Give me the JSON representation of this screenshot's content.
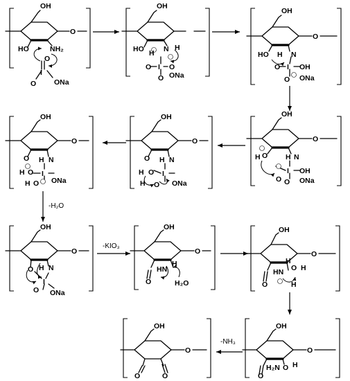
{
  "conditions": {
    "c1": "-H₂O",
    "c2": "-KIO₃",
    "c3": "-NH₃"
  },
  "structures": [
    {
      "id": "s1",
      "labels": [
        "OH",
        "HO",
        "NH₂",
        "O",
        "I",
        "O",
        "O",
        "ONa"
      ]
    },
    {
      "id": "s2",
      "labels": [
        "OH",
        "HO",
        "H",
        "N",
        "H",
        "I",
        "O",
        "O",
        "O",
        "ONa"
      ]
    },
    {
      "id": "s3",
      "labels": [
        "OH",
        "HO",
        "H",
        "N",
        "I",
        "OH",
        "O",
        "O",
        "ONa"
      ]
    },
    {
      "id": "s4",
      "labels": [
        "OH",
        "O",
        "H",
        "H",
        "N",
        "I",
        "OH",
        "O",
        "O",
        "ONa"
      ]
    },
    {
      "id": "s5",
      "labels": [
        "OH",
        "O",
        "H",
        "N",
        "I",
        "H",
        "O",
        "H",
        "O",
        "ONa"
      ]
    },
    {
      "id": "s6",
      "labels": [
        "OH",
        "O",
        "H",
        "N",
        "I",
        "H",
        "O",
        "H",
        "O",
        "ONa"
      ]
    },
    {
      "id": "s7",
      "labels": [
        "OH",
        "O",
        "H",
        "N",
        "I",
        "O",
        "ONa"
      ]
    },
    {
      "id": "s8",
      "labels": [
        "OH",
        "O",
        "HN",
        "H",
        "H₂O"
      ]
    },
    {
      "id": "s9",
      "labels": [
        "OH",
        "O",
        "HN",
        "O",
        "H",
        "H",
        "H"
      ]
    },
    {
      "id": "s10",
      "labels": [
        "OH",
        "O",
        "H₂N",
        "O",
        "H"
      ]
    },
    {
      "id": "s11",
      "labels": [
        "OH",
        "O",
        "O",
        "O"
      ]
    }
  ]
}
